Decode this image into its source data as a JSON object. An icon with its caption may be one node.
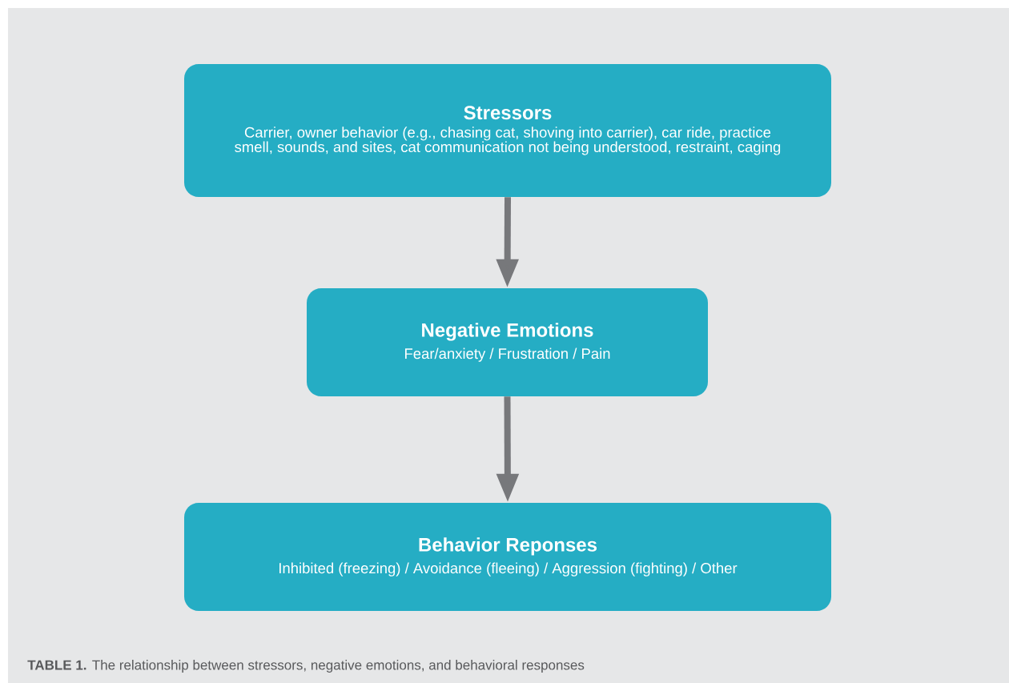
{
  "diagram": {
    "caption": "**TABLE 1.** The relationship between stressors, negative emotions, and behavioral responses",
    "nodes": [
      {
        "text": [
          "Stressors",
          "Carrier, owner behavior (e.g., chasing cat, shoving into carrier), car ride, practice smell, sounds, and sites, cat communication not being understood, restraint, caging"
        ]
      },
      {
        "text": [
          "Negative Emotions",
          "Fear/anxiety / Frustration / Pain"
        ]
      },
      {
        "text": [
          "Behavior Reponses",
          "Inhibited (freezing) / Avoidance (fleeing) / Aggression (fighting) / Other"
        ]
      }
    ],
    "edges": [
      {
        "from": 0,
        "to": 1,
        "arrow": "to"
      },
      {
        "from": 1,
        "to": 2,
        "arrow": "to"
      }
    ]
  }
}
